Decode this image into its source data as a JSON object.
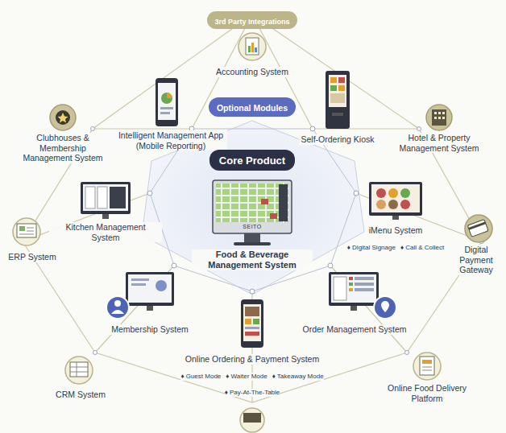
{
  "diagram": {
    "nodes": [
      {
        "text": [
          "3rd Party Integrations"
        ]
      },
      {
        "text": [
          "Accounting System"
        ]
      },
      {
        "text": [
          "Clubhouses & Membership Management System"
        ]
      },
      {
        "text": [
          "Intelligent Management App (Mobile Reporting)"
        ]
      },
      {
        "text": [
          "Optional Modules"
        ]
      },
      {
        "text": [
          "Self-Ordering Kiosk"
        ]
      },
      {
        "text": [
          "Hotel & Property Management System"
        ]
      },
      {
        "text": [
          "Core Product"
        ]
      },
      {
        "text": [
          "Kitchen Management System"
        ]
      },
      {
        "text": [
          "iMenu System",
          "♦ Digital Signage",
          "♦ Call & Collect"
        ]
      },
      {
        "text": [
          "ERP System"
        ]
      },
      {
        "text": [
          "Food & Beverage Management System"
        ]
      },
      {
        "text": [
          "Digital Payment Gateway"
        ]
      },
      {
        "text": [
          "Membership System"
        ]
      },
      {
        "text": [
          "Order Management System"
        ]
      },
      {
        "text": [
          "Online Ordering & Payment System",
          "♦ Guest Mode",
          "♦ Waiter Mode",
          "♦ Takeaway Mode",
          "♦ Pay-At-The-Table"
        ]
      },
      {
        "text": [
          "CRM System"
        ]
      },
      {
        "text": [
          "Online Food Delivery Platform"
        ]
      }
    ],
    "labels": [
      "SEITO"
    ]
  }
}
